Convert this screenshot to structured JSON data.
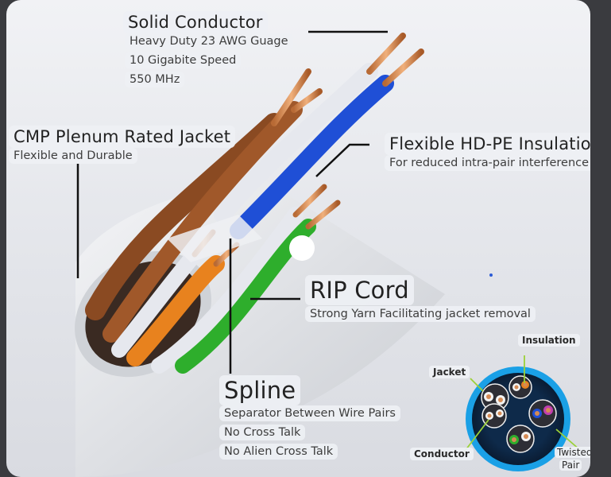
{
  "labels": {
    "solid_conductor": {
      "title": "Solid Conductor",
      "lines": [
        "Heavy Duty 23 AWG Guage",
        "10 Gigabite Speed",
        "550 MHz"
      ]
    },
    "jacket": {
      "title": "CMP Plenum Rated Jacket",
      "lines": [
        "Flexible and Durable"
      ]
    },
    "insulation": {
      "title": "Flexible HD-PE Insulation",
      "lines": [
        "For reduced intra-pair interference"
      ]
    },
    "rip_cord": {
      "title": "RIP Cord",
      "lines": [
        "Strong Yarn Facilitating jacket removal"
      ]
    },
    "spline": {
      "title": "Spline",
      "lines": [
        "Separator Between Wire Pairs",
        "No Cross Talk",
        "No Alien Cross Talk"
      ]
    }
  },
  "cross_section": {
    "insulation": "Insulation",
    "jacket": "Jacket",
    "conductor": "Conductor",
    "twisted_pair_1": "Twisted",
    "twisted_pair_2": "Pair"
  },
  "colors": {
    "brown": "#8a4a22",
    "blue": "#1f4fd6",
    "green": "#2eae2c",
    "orange": "#e8821e",
    "copper": "#d58b55",
    "jacket_ring": "#1aa0e6"
  }
}
